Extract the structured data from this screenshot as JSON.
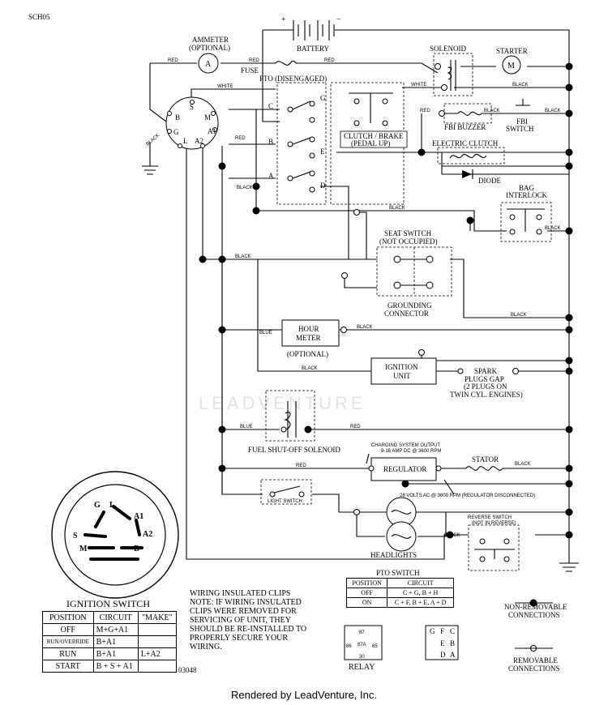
{
  "doc_id": "SCH05",
  "figure_number": "03048",
  "footer": "Rendered by LeadVenture, Inc.",
  "watermark": "LEADVENTURE",
  "components": {
    "battery": "BATTERY",
    "battery_plus": "+",
    "battery_minus": "−",
    "ammeter": "AMMETER",
    "ammeter_optional": "(OPTIONAL)",
    "ammeter_symbol": "A",
    "fuse": "FUSE",
    "solenoid": "SOLENOID",
    "starter": "STARTER",
    "starter_symbol": "M",
    "pto": "PTO (DISENGAGED)",
    "clutch_brake": "CLUTCH / BRAKE",
    "clutch_brake_sub": "(PEDAL UP)",
    "fbi_buzzer": "FBI BUZZER",
    "fbi_switch_1": "FBI",
    "fbi_switch_2": "SWITCH",
    "electric_clutch": "ELECTRIC CLUTCH",
    "diode": "DIODE",
    "bag_interlock_1": "BAG",
    "bag_interlock_2": "INTERLOCK",
    "seat_switch_1": "SEAT SWITCH",
    "seat_switch_2": "(NOT OCCUPIED)",
    "grounding_1": "GROUNDING",
    "grounding_2": "CONNECTOR",
    "hour_meter_1": "HOUR",
    "hour_meter_2": "METER",
    "hour_meter_optional": "(OPTIONAL)",
    "ignition_unit_1": "IGNITION",
    "ignition_unit_2": "UNIT",
    "spark_1": "SPARK",
    "spark_2": "PLUGS GAP",
    "spark_3": "(2 PLUGS ON",
    "spark_4": "TWIN CYL. ENGINES)",
    "fuel_solenoid": "FUEL SHUT-OFF SOLENOID",
    "charging_1": "CHARGING SYSTEM OUTPUT",
    "charging_2": "9-16 AMP DC @ 3600 RPM",
    "regulator": "REGULATOR",
    "stator": "STATOR",
    "ac_note": "28 VOLTS AC @ 3600 RPM (REGULATOR DISCONNECTED)",
    "light_switch": "LIGHT SWITCH",
    "headlights": "HEADLIGHTS",
    "reverse_switch_1": "REVERSE SWITCH",
    "reverse_switch_2": "(NOT IN REVERSE)",
    "relay": "RELAY",
    "ignition_switch": "IGNITION SWITCH"
  },
  "terminals": {
    "S": "S",
    "M": "M",
    "B": "B",
    "G": "G",
    "L": "L",
    "A1": "A1",
    "A2": "A2",
    "pto_C": "C",
    "pto_B": "B",
    "pto_A": "A",
    "pto_G": "G",
    "pto_E": "E",
    "pto_D": "D"
  },
  "wire_labels": {
    "red": "RED",
    "white": "WHITE",
    "black": "BLACK",
    "blue": "BLUE"
  },
  "ignition_table": {
    "headers": [
      "POSITION",
      "CIRCUIT",
      "\"MAKE\""
    ],
    "rows": [
      {
        "position": "OFF",
        "circuit": "M+G+A1",
        "make": ""
      },
      {
        "position": "RUN/OVERRIDE",
        "circuit": "B+A1",
        "make": ""
      },
      {
        "position": "RUN",
        "circuit": "B+A1",
        "make": "L+A2"
      },
      {
        "position": "START",
        "circuit": "B + S + A1",
        "make": ""
      }
    ]
  },
  "pto_table": {
    "title": "PTO SWITCH",
    "headers": [
      "POSITION",
      "CIRCUIT"
    ],
    "rows": [
      {
        "position": "OFF",
        "circuit": "C + G, B + H"
      },
      {
        "position": "ON",
        "circuit": "C + F, B + E, A + D"
      }
    ]
  },
  "note": {
    "title": "WIRING INSULATED CLIPS",
    "lines": [
      "NOTE: IF WIRING INSULATED",
      "CLIPS WERE REMOVED FOR",
      "SERVICING OF UNIT, THEY",
      "SHOULD BE RE-INSTALLED TO",
      "PROPERLY SECURE YOUR",
      "WIRING."
    ]
  },
  "legend": {
    "non_removable_1": "NON-REMOVABLE",
    "non_removable_2": "CONNECTIONS",
    "removable_1": "REMOVABLE",
    "removable_2": "CONNECTIONS"
  },
  "relay_pins": [
    "87",
    "87A",
    "86",
    "85",
    "30"
  ],
  "relay_letters": [
    "G",
    "F",
    "C",
    "E",
    "B",
    "D",
    "A"
  ],
  "switch_face": [
    "G",
    "L",
    "A1",
    "A2",
    "S",
    "M",
    "B"
  ]
}
